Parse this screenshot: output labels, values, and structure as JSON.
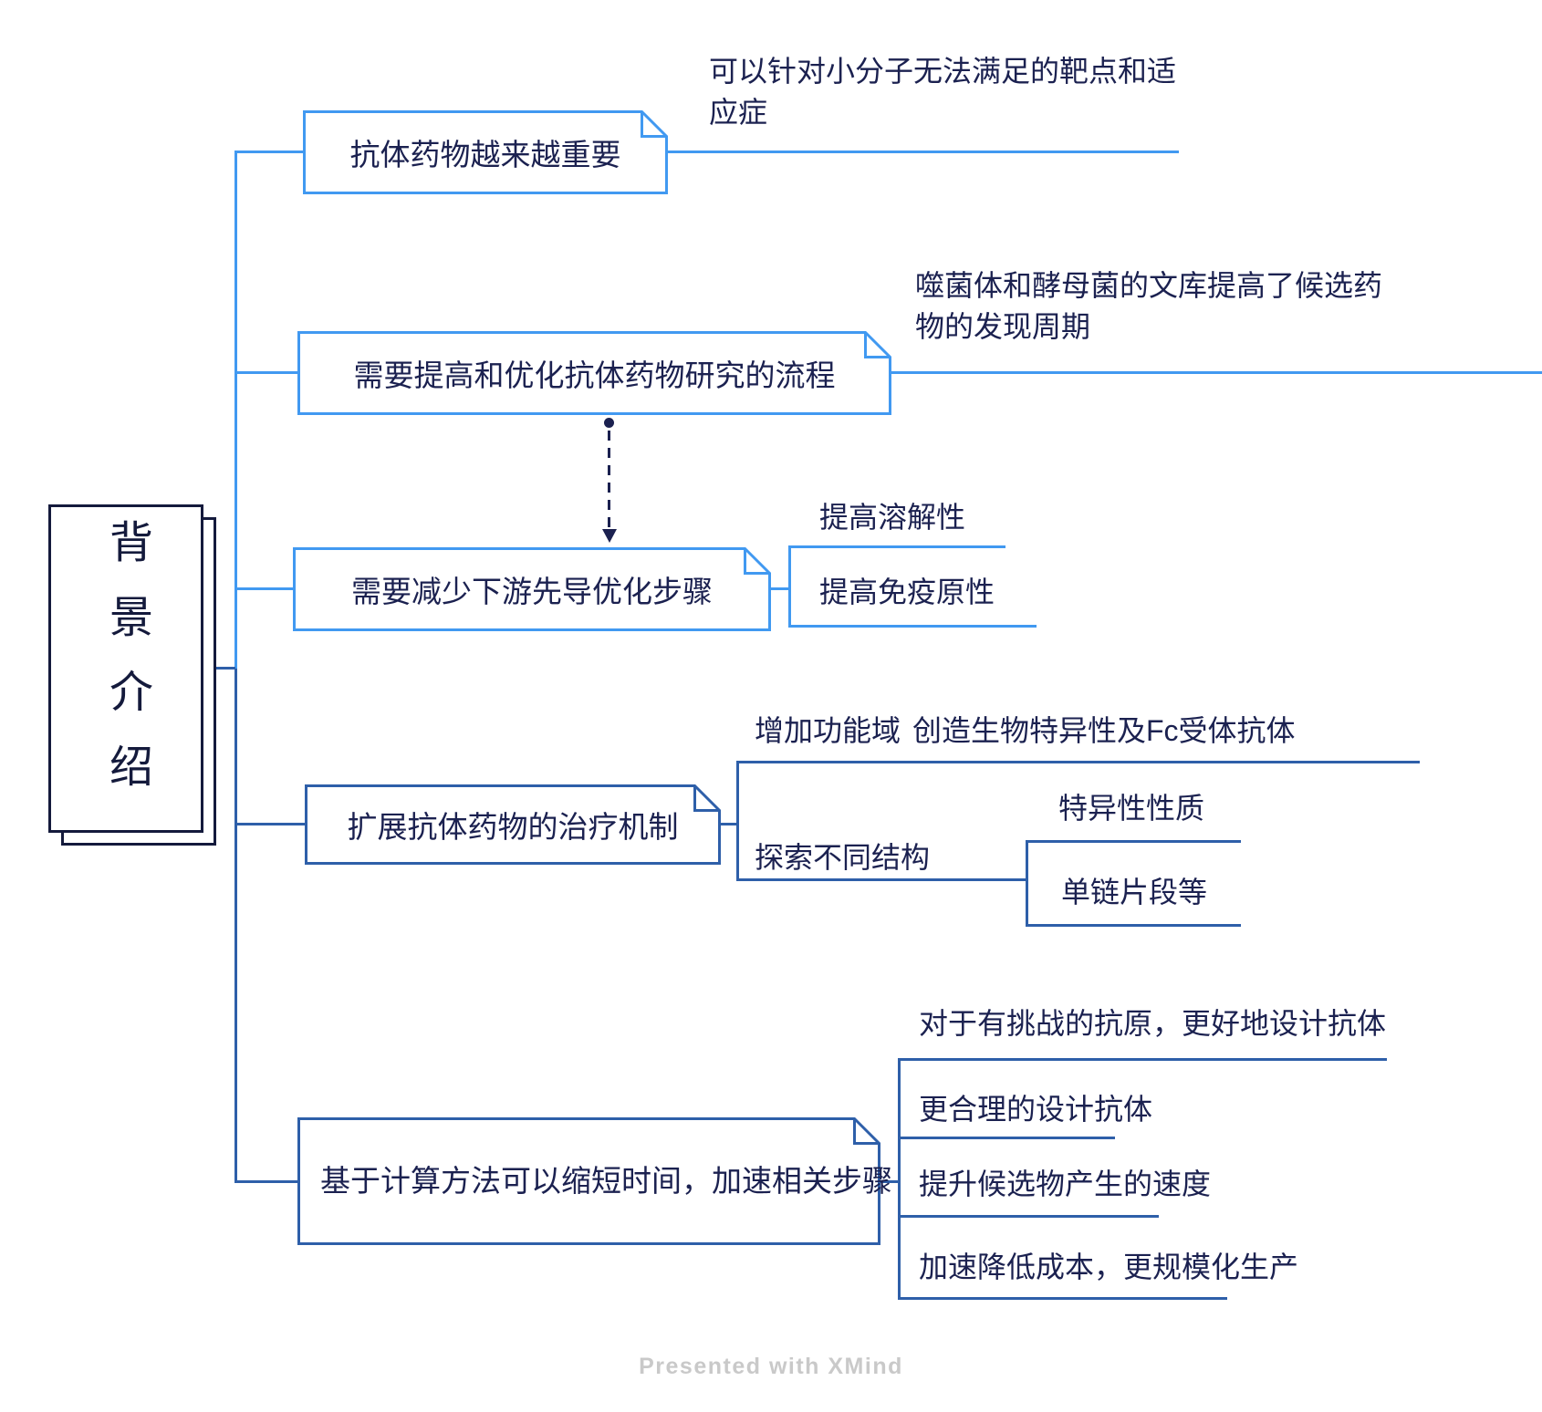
{
  "root": {
    "label": "背景介绍"
  },
  "branches": [
    {
      "label": "抗体药物越来越重要",
      "children": [
        {
          "label": "可以针对小分子无法满足的靶点和适应症"
        }
      ]
    },
    {
      "label": "需要提高和优化抗体药物研究的流程",
      "children": [
        {
          "label": "噬菌体和酵母菌的文库提高了候选药物的发现周期"
        }
      ]
    },
    {
      "label": "需要减少下游先导优化步骤",
      "children": [
        {
          "label": "提高溶解性"
        },
        {
          "label": "提高免疫原性"
        }
      ]
    },
    {
      "label": "扩展抗体药物的治疗机制",
      "children": [
        {
          "label": "增加功能域",
          "children": [
            {
              "label": "创造生物特异性及Fc受体抗体"
            }
          ]
        },
        {
          "label": "探索不同结构",
          "children": [
            {
              "label": "特异性性质"
            },
            {
              "label": "单链片段等"
            }
          ]
        }
      ]
    },
    {
      "label": "基于计算方法可以缩短时间，加速相关步骤",
      "children": [
        {
          "label": "对于有挑战的抗原，更好地设计抗体"
        },
        {
          "label": "更合理的设计抗体"
        },
        {
          "label": "提升候选物产生的速度"
        },
        {
          "label": "加速降低成本，更规模化生产"
        }
      ]
    }
  ],
  "relationship": {
    "style": "dashed-arrow",
    "from_branch": "需要提高和优化抗体药物研究的流程",
    "to_branch": "需要减少下游先导优化步骤"
  },
  "footer": {
    "text": "Presented with XMind"
  },
  "colors": {
    "branch_blue": "#4199F1",
    "branch_dark_blue": "#2E5FA9",
    "text_navy": "#1B2150",
    "root_border": "#141A3C",
    "footer_gray": "#C9C9C9"
  }
}
